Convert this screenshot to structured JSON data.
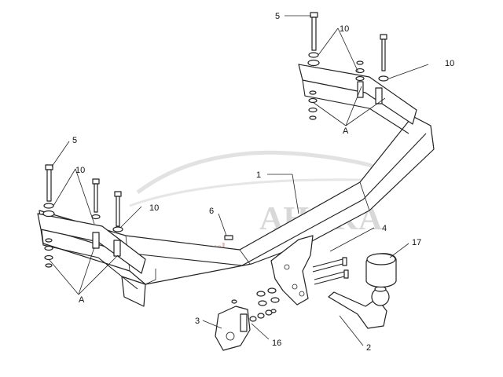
{
  "watermark": {
    "brand": "AHAKA",
    "tagline": "back and travel"
  },
  "callouts": [
    {
      "id": "c5a",
      "text": "5"
    },
    {
      "id": "c10a",
      "text": "10"
    },
    {
      "id": "c10b",
      "text": "10"
    },
    {
      "id": "cAa",
      "text": "A"
    },
    {
      "id": "c5b",
      "text": "5"
    },
    {
      "id": "c10c",
      "text": "10"
    },
    {
      "id": "c10d",
      "text": "10"
    },
    {
      "id": "cAb",
      "text": "A"
    },
    {
      "id": "c1",
      "text": "1"
    },
    {
      "id": "c6",
      "text": "6"
    },
    {
      "id": "c4",
      "text": "4"
    },
    {
      "id": "c17",
      "text": "17"
    },
    {
      "id": "c3",
      "text": "3"
    },
    {
      "id": "c16",
      "text": "16"
    },
    {
      "id": "c2",
      "text": "2"
    }
  ]
}
